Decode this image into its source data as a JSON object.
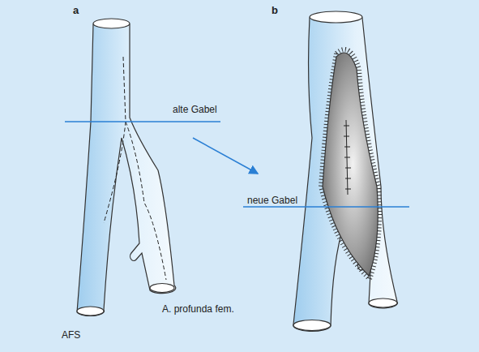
{
  "diagram": {
    "labels": [
      "a",
      "b",
      "alte Gabel",
      "neue Gabel",
      "A. profunda fem.",
      "AFS"
    ]
  }
}
